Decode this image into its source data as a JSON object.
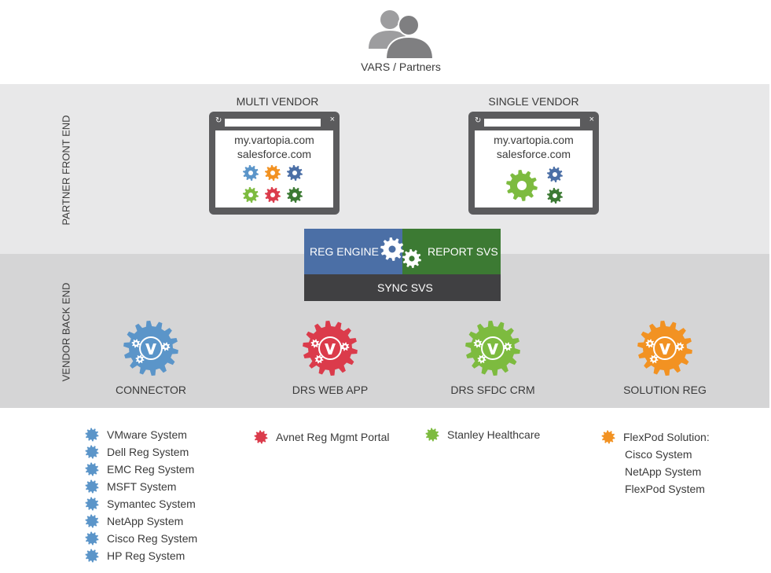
{
  "top": {
    "label": "VARS / Partners"
  },
  "bands": {
    "front": "PARTNER FRONT END",
    "back": "VENDOR BACK END"
  },
  "windows": [
    {
      "title": "MULTI VENDOR",
      "url1": "my.vartopia.com",
      "url2": "salesforce.com",
      "refresh": "↻",
      "close": "×"
    },
    {
      "title": "SINGLE VENDOR",
      "url1": "my.vartopia.com",
      "url2": "salesforce.com",
      "refresh": "↻",
      "close": "×"
    }
  ],
  "engine": {
    "reg": "REG ENGINE",
    "report": "REPORT SVS",
    "sync": "SYNC SVS"
  },
  "systems": [
    {
      "label": "CONNECTOR",
      "color": "#5b95c9",
      "icon": "gear-v-icon"
    },
    {
      "label": "DRS WEB APP",
      "color": "#db3b4b",
      "icon": "gear-v-icon"
    },
    {
      "label": "DRS SFDC CRM",
      "color": "#7dbb3f",
      "icon": "gear-v-icon"
    },
    {
      "label": "SOLUTION REG",
      "color": "#f29222",
      "icon": "gear-v-icon"
    }
  ],
  "legend": {
    "connector": [
      "VMware System",
      "Dell Reg System",
      "EMC Reg System",
      "MSFT System",
      "Symantec System",
      "NetApp System",
      "Cisco Reg System",
      "HP Reg System"
    ],
    "drs_web": [
      "Avnet Reg Mgmt Portal"
    ],
    "drs_sfdc": [
      "Stanley Healthcare"
    ],
    "solution": {
      "head": "FlexPod Solution:",
      "items": [
        "Cisco System",
        "NetApp System",
        "FlexPod System"
      ]
    }
  },
  "colors": {
    "blue": "#5b95c9",
    "orange": "#f29222",
    "navy": "#4b6fa6",
    "green": "#7dbb3f",
    "red": "#db3b4b",
    "darkgreen": "#3c7a33",
    "reg_engine": "#4b6fa6",
    "report_svs": "#3c7a33",
    "sync_svs": "#404042"
  }
}
